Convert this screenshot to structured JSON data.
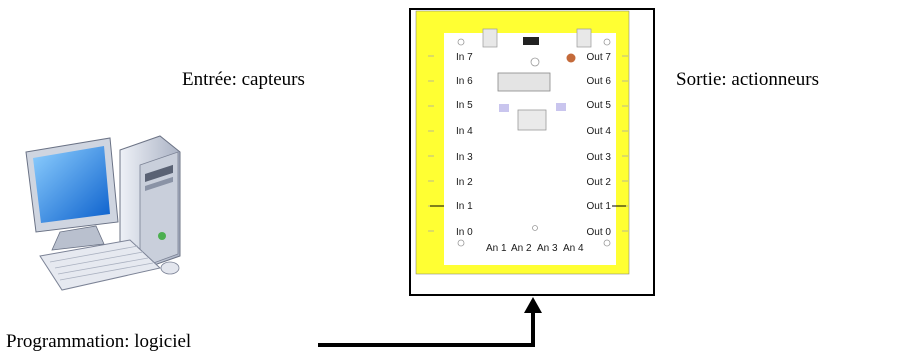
{
  "labels": {
    "input": "Entrée: capteurs",
    "output": "Sortie: actionneurs",
    "programming": "Programmation: logiciel"
  },
  "board": {
    "inputs": [
      "In 7",
      "In 6",
      "In 5",
      "In 4",
      "In 3",
      "In 2",
      "In 1",
      "In 0"
    ],
    "outputs": [
      "Out 7",
      "Out 6",
      "Out 5",
      "Out 4",
      "Out 3",
      "Out 2",
      "Out 1",
      "Out 0"
    ],
    "analog": [
      "An 1",
      "An 2",
      "An 3",
      "An 4"
    ]
  },
  "colors": {
    "board_frame": "#ffff33",
    "board_fill": "#ffffff",
    "outline": "#000000",
    "monitor_screen": "#1e90ff",
    "computer_body": "#d8dce6"
  },
  "icons": [
    "computer-icon",
    "microcontroller-board-icon"
  ]
}
